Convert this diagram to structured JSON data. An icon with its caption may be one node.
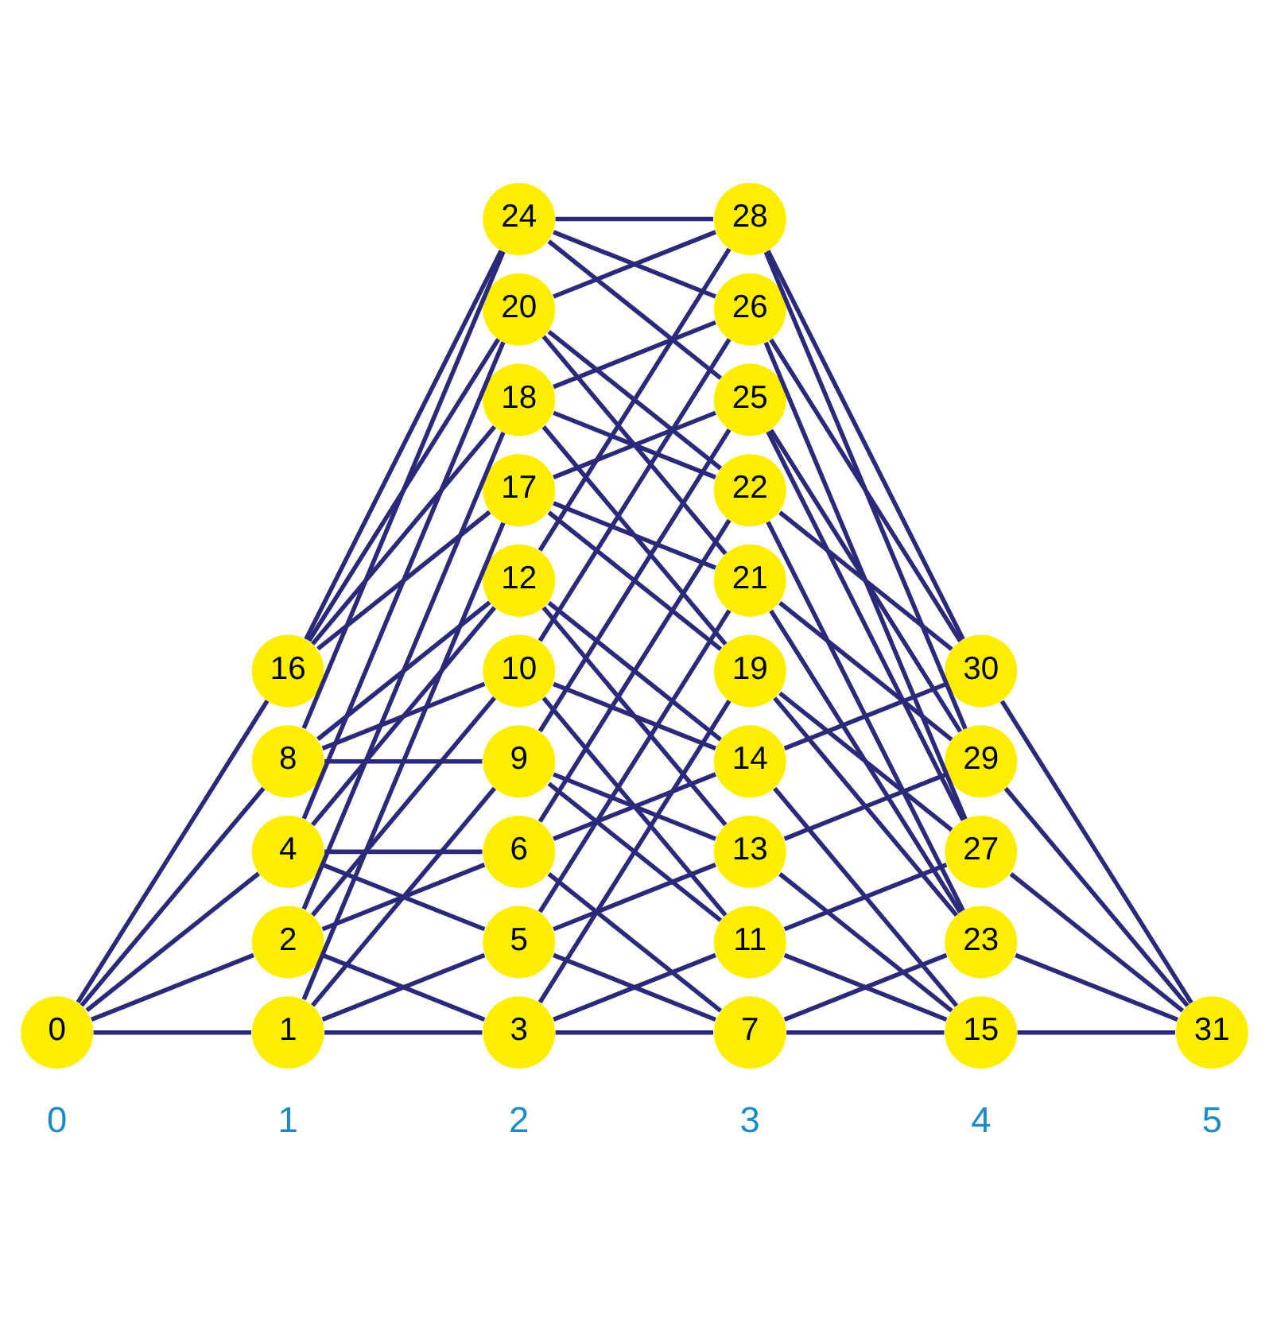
{
  "diagram": {
    "nodes": [
      {
        "text": [
          "0"
        ]
      },
      {
        "text": [
          "16"
        ]
      },
      {
        "text": [
          "8"
        ]
      },
      {
        "text": [
          "4"
        ]
      },
      {
        "text": [
          "2"
        ]
      },
      {
        "text": [
          "1"
        ]
      },
      {
        "text": [
          "24"
        ]
      },
      {
        "text": [
          "20"
        ]
      },
      {
        "text": [
          "18"
        ]
      },
      {
        "text": [
          "17"
        ]
      },
      {
        "text": [
          "12"
        ]
      },
      {
        "text": [
          "10"
        ]
      },
      {
        "text": [
          "9"
        ]
      },
      {
        "text": [
          "6"
        ]
      },
      {
        "text": [
          "5"
        ]
      },
      {
        "text": [
          "3"
        ]
      },
      {
        "text": [
          "28"
        ]
      },
      {
        "text": [
          "26"
        ]
      },
      {
        "text": [
          "25"
        ]
      },
      {
        "text": [
          "22"
        ]
      },
      {
        "text": [
          "21"
        ]
      },
      {
        "text": [
          "19"
        ]
      },
      {
        "text": [
          "14"
        ]
      },
      {
        "text": [
          "13"
        ]
      },
      {
        "text": [
          "11"
        ]
      },
      {
        "text": [
          "7"
        ]
      },
      {
        "text": [
          "30"
        ]
      },
      {
        "text": [
          "29"
        ]
      },
      {
        "text": [
          "27"
        ]
      },
      {
        "text": [
          "23"
        ]
      },
      {
        "text": [
          "15"
        ]
      },
      {
        "text": [
          "31"
        ]
      }
    ],
    "edges": [
      {
        "from": 0,
        "to": 1,
        "arrow": "none"
      },
      {
        "from": 0,
        "to": 2,
        "arrow": "none"
      },
      {
        "from": 0,
        "to": 3,
        "arrow": "none"
      },
      {
        "from": 0,
        "to": 4,
        "arrow": "none"
      },
      {
        "from": 0,
        "to": 5,
        "arrow": "none"
      },
      {
        "from": 1,
        "to": 6,
        "arrow": "none"
      },
      {
        "from": 1,
        "to": 7,
        "arrow": "none"
      },
      {
        "from": 1,
        "to": 8,
        "arrow": "none"
      },
      {
        "from": 1,
        "to": 9,
        "arrow": "none"
      },
      {
        "from": 2,
        "to": 6,
        "arrow": "none"
      },
      {
        "from": 2,
        "to": 10,
        "arrow": "none"
      },
      {
        "from": 2,
        "to": 11,
        "arrow": "none"
      },
      {
        "from": 2,
        "to": 12,
        "arrow": "none"
      },
      {
        "from": 3,
        "to": 7,
        "arrow": "none"
      },
      {
        "from": 3,
        "to": 10,
        "arrow": "none"
      },
      {
        "from": 3,
        "to": 13,
        "arrow": "none"
      },
      {
        "from": 3,
        "to": 14,
        "arrow": "none"
      },
      {
        "from": 4,
        "to": 8,
        "arrow": "none"
      },
      {
        "from": 4,
        "to": 11,
        "arrow": "none"
      },
      {
        "from": 4,
        "to": 13,
        "arrow": "none"
      },
      {
        "from": 4,
        "to": 15,
        "arrow": "none"
      },
      {
        "from": 5,
        "to": 9,
        "arrow": "none"
      },
      {
        "from": 5,
        "to": 12,
        "arrow": "none"
      },
      {
        "from": 5,
        "to": 14,
        "arrow": "none"
      },
      {
        "from": 5,
        "to": 15,
        "arrow": "none"
      },
      {
        "from": 6,
        "to": 16,
        "arrow": "none"
      },
      {
        "from": 6,
        "to": 17,
        "arrow": "none"
      },
      {
        "from": 6,
        "to": 18,
        "arrow": "none"
      },
      {
        "from": 7,
        "to": 16,
        "arrow": "none"
      },
      {
        "from": 7,
        "to": 19,
        "arrow": "none"
      },
      {
        "from": 7,
        "to": 20,
        "arrow": "none"
      },
      {
        "from": 8,
        "to": 17,
        "arrow": "none"
      },
      {
        "from": 8,
        "to": 19,
        "arrow": "none"
      },
      {
        "from": 8,
        "to": 21,
        "arrow": "none"
      },
      {
        "from": 9,
        "to": 18,
        "arrow": "none"
      },
      {
        "from": 9,
        "to": 20,
        "arrow": "none"
      },
      {
        "from": 9,
        "to": 21,
        "arrow": "none"
      },
      {
        "from": 10,
        "to": 16,
        "arrow": "none"
      },
      {
        "from": 10,
        "to": 22,
        "arrow": "none"
      },
      {
        "from": 10,
        "to": 23,
        "arrow": "none"
      },
      {
        "from": 11,
        "to": 17,
        "arrow": "none"
      },
      {
        "from": 11,
        "to": 22,
        "arrow": "none"
      },
      {
        "from": 11,
        "to": 24,
        "arrow": "none"
      },
      {
        "from": 12,
        "to": 18,
        "arrow": "none"
      },
      {
        "from": 12,
        "to": 23,
        "arrow": "none"
      },
      {
        "from": 12,
        "to": 24,
        "arrow": "none"
      },
      {
        "from": 13,
        "to": 19,
        "arrow": "none"
      },
      {
        "from": 13,
        "to": 22,
        "arrow": "none"
      },
      {
        "from": 13,
        "to": 25,
        "arrow": "none"
      },
      {
        "from": 14,
        "to": 20,
        "arrow": "none"
      },
      {
        "from": 14,
        "to": 23,
        "arrow": "none"
      },
      {
        "from": 14,
        "to": 25,
        "arrow": "none"
      },
      {
        "from": 15,
        "to": 21,
        "arrow": "none"
      },
      {
        "from": 15,
        "to": 24,
        "arrow": "none"
      },
      {
        "from": 15,
        "to": 25,
        "arrow": "none"
      },
      {
        "from": 16,
        "to": 26,
        "arrow": "none"
      },
      {
        "from": 16,
        "to": 27,
        "arrow": "none"
      },
      {
        "from": 17,
        "to": 26,
        "arrow": "none"
      },
      {
        "from": 17,
        "to": 28,
        "arrow": "none"
      },
      {
        "from": 18,
        "to": 27,
        "arrow": "none"
      },
      {
        "from": 18,
        "to": 28,
        "arrow": "none"
      },
      {
        "from": 19,
        "to": 26,
        "arrow": "none"
      },
      {
        "from": 19,
        "to": 29,
        "arrow": "none"
      },
      {
        "from": 20,
        "to": 27,
        "arrow": "none"
      },
      {
        "from": 20,
        "to": 29,
        "arrow": "none"
      },
      {
        "from": 21,
        "to": 28,
        "arrow": "none"
      },
      {
        "from": 21,
        "to": 29,
        "arrow": "none"
      },
      {
        "from": 22,
        "to": 26,
        "arrow": "none"
      },
      {
        "from": 22,
        "to": 30,
        "arrow": "none"
      },
      {
        "from": 23,
        "to": 27,
        "arrow": "none"
      },
      {
        "from": 23,
        "to": 30,
        "arrow": "none"
      },
      {
        "from": 24,
        "to": 28,
        "arrow": "none"
      },
      {
        "from": 24,
        "to": 30,
        "arrow": "none"
      },
      {
        "from": 25,
        "to": 29,
        "arrow": "none"
      },
      {
        "from": 25,
        "to": 30,
        "arrow": "none"
      },
      {
        "from": 26,
        "to": 31,
        "arrow": "none"
      },
      {
        "from": 27,
        "to": 31,
        "arrow": "none"
      },
      {
        "from": 28,
        "to": 31,
        "arrow": "none"
      },
      {
        "from": 29,
        "to": 31,
        "arrow": "none"
      },
      {
        "from": 30,
        "to": 31,
        "arrow": "none"
      }
    ],
    "labels": [
      "0",
      "1",
      "2",
      "3",
      "4",
      "5"
    ]
  }
}
